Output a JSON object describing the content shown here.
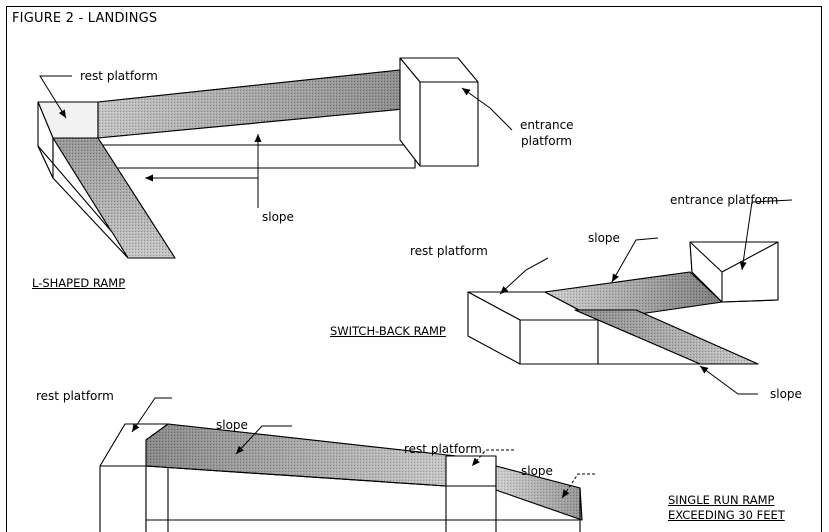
{
  "figure": {
    "title": "FIGURE 2 - LANDINGS"
  },
  "l_shaped": {
    "name": "L-SHAPED RAMP",
    "rest_platform": "rest platform",
    "entrance_platform_line1": "entrance",
    "entrance_platform_line2": "platform",
    "slope": "slope"
  },
  "switch_back": {
    "name": "SWITCH-BACK RAMP",
    "entrance_platform": "entrance platform",
    "rest_platform": "rest platform",
    "slope_upper": "slope",
    "slope_lower": "slope"
  },
  "single_run": {
    "name_line1": "SINGLE RUN RAMP",
    "name_line2": "EXCEEDING 30 FEET",
    "rest_platform_left": "rest platform",
    "slope_left": "slope",
    "rest_platform_mid": "rest platform",
    "slope_right": "slope"
  },
  "colors": {
    "line": "#000000",
    "slope_fill": "#8a8a8a",
    "platform_fill": "#ffffff"
  }
}
